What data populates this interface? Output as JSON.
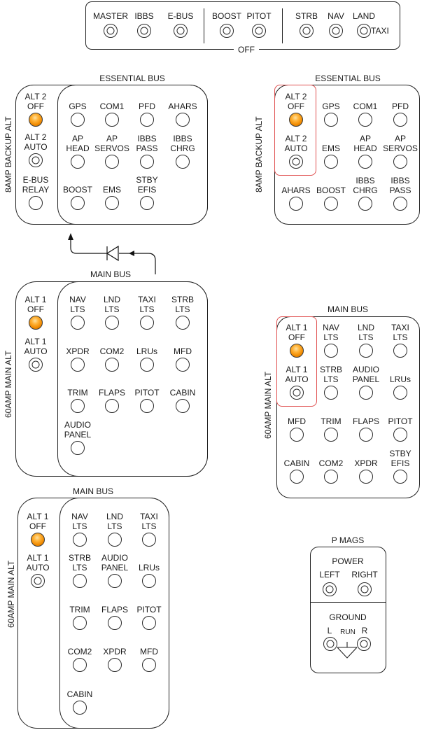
{
  "top_panel": {
    "switches": [
      {
        "label": "MASTER",
        "state": "switch"
      },
      {
        "label": "IBBS",
        "state": "switch"
      },
      {
        "label": "E-BUS",
        "state": "switch"
      },
      {
        "label": "BOOST",
        "state": "switch"
      },
      {
        "label": "PITOT",
        "state": "switch"
      },
      {
        "label": "STRB",
        "state": "switch"
      },
      {
        "label": "NAV",
        "state": "switch"
      },
      {
        "label": "LAND",
        "state": "switch"
      }
    ],
    "taxi_label": "TAXI",
    "off_label": "OFF"
  },
  "panel_a": {
    "title": "ESSENTIAL BUS",
    "side_label": "8AMP BACKUP ALT",
    "left_items": [
      {
        "label": "ALT 2\nOFF",
        "state": "on"
      },
      {
        "label": "ALT 2\nAUTO",
        "state": "switch"
      },
      {
        "label": "E-BUS\nRELAY",
        "state": "off"
      }
    ],
    "grid_items": [
      {
        "label": "GPS",
        "state": "off"
      },
      {
        "label": "COM1",
        "state": "off"
      },
      {
        "label": "PFD",
        "state": "off"
      },
      {
        "label": "AHARS",
        "state": "off"
      },
      {
        "label": "AP\nHEAD",
        "state": "off"
      },
      {
        "label": "AP\nSERVOS",
        "state": "off"
      },
      {
        "label": "IBBS\nPASS",
        "state": "off"
      },
      {
        "label": "IBBS\nCHRG",
        "state": "off"
      },
      {
        "label": "BOOST",
        "state": "off"
      },
      {
        "label": "EMS",
        "state": "off"
      },
      {
        "label": "STBY\nEFIS",
        "state": "off"
      }
    ]
  },
  "panel_b": {
    "title": "ESSENTIAL BUS",
    "side_label": "8AMP BACKUP ALT",
    "items": [
      {
        "label": "ALT 2\nOFF",
        "state": "on"
      },
      {
        "label": "GPS",
        "state": "off"
      },
      {
        "label": "COM1",
        "state": "off"
      },
      {
        "label": "PFD",
        "state": "off"
      },
      {
        "label": "ALT 2\nAUTO",
        "state": "switch"
      },
      {
        "label": "EMS",
        "state": "off"
      },
      {
        "label": "AP\nHEAD",
        "state": "off"
      },
      {
        "label": "AP\nSERVOS",
        "state": "off"
      },
      {
        "label": "AHARS",
        "state": "off"
      },
      {
        "label": "BOOST",
        "state": "off"
      },
      {
        "label": "IBBS\nCHRG",
        "state": "off"
      },
      {
        "label": "IBBS\nPASS",
        "state": "off"
      }
    ]
  },
  "panel_c": {
    "title": "MAIN BUS",
    "side_label": "60AMP MAIN ALT",
    "left_items": [
      {
        "label": "ALT 1\nOFF",
        "state": "on"
      },
      {
        "label": "ALT 1\nAUTO",
        "state": "switch"
      }
    ],
    "grid_items": [
      {
        "label": "NAV\nLTS",
        "state": "off"
      },
      {
        "label": "LND\nLTS",
        "state": "off"
      },
      {
        "label": "TAXI\nLTS",
        "state": "off"
      },
      {
        "label": "STRB\nLTS",
        "state": "off"
      },
      {
        "label": "XPDR",
        "state": "off"
      },
      {
        "label": "COM2",
        "state": "off"
      },
      {
        "label": "LRUs",
        "state": "off"
      },
      {
        "label": "MFD",
        "state": "off"
      },
      {
        "label": "TRIM",
        "state": "off"
      },
      {
        "label": "FLAPS",
        "state": "off"
      },
      {
        "label": "PITOT",
        "state": "off"
      },
      {
        "label": "CABIN",
        "state": "off"
      },
      {
        "label": "AUDIO\nPANEL",
        "state": "off"
      }
    ]
  },
  "panel_d": {
    "title": "MAIN BUS",
    "side_label": "60AMP MAIN ALT",
    "items": [
      {
        "label": "ALT 1\nOFF",
        "state": "on"
      },
      {
        "label": "NAV\nLTS",
        "state": "off"
      },
      {
        "label": "LND\nLTS",
        "state": "off"
      },
      {
        "label": "TAXI\nLTS",
        "state": "off"
      },
      {
        "label": "ALT 1\nAUTO",
        "state": "switch"
      },
      {
        "label": "STRB\nLTS",
        "state": "off"
      },
      {
        "label": "AUDIO\nPANEL",
        "state": "off"
      },
      {
        "label": "LRUs",
        "state": "off"
      },
      {
        "label": "MFD",
        "state": "off"
      },
      {
        "label": "TRIM",
        "state": "off"
      },
      {
        "label": "FLAPS",
        "state": "off"
      },
      {
        "label": "PITOT",
        "state": "off"
      },
      {
        "label": "CABIN",
        "state": "off"
      },
      {
        "label": "COM2",
        "state": "off"
      },
      {
        "label": "XPDR",
        "state": "off"
      },
      {
        "label": "STBY\nEFIS",
        "state": "off"
      }
    ]
  },
  "panel_e": {
    "title": "MAIN BUS",
    "side_label": "60AMP MAIN ALT",
    "left_items": [
      {
        "label": "ALT 1\nOFF",
        "state": "on"
      },
      {
        "label": "ALT 1\nAUTO",
        "state": "switch"
      }
    ],
    "grid_items": [
      {
        "label": "NAV\nLTS",
        "state": "off"
      },
      {
        "label": "LND\nLTS",
        "state": "off"
      },
      {
        "label": "TAXI\nLTS",
        "state": "off"
      },
      {
        "label": "STRB\nLTS",
        "state": "off"
      },
      {
        "label": "AUDIO\nPANEL",
        "state": "off"
      },
      {
        "label": "LRUs",
        "state": "off"
      },
      {
        "label": "TRIM",
        "state": "off"
      },
      {
        "label": "FLAPS",
        "state": "off"
      },
      {
        "label": "PITOT",
        "state": "off"
      },
      {
        "label": "COM2",
        "state": "off"
      },
      {
        "label": "XPDR",
        "state": "off"
      },
      {
        "label": "MFD",
        "state": "off"
      },
      {
        "label": "CABIN",
        "state": "off"
      }
    ]
  },
  "pmags": {
    "title": "P MAGS",
    "power_label": "POWER",
    "left_label": "LEFT",
    "right_label": "RIGHT",
    "ground_label": "GROUND",
    "l_label": "L",
    "run_label": "RUN",
    "r_label": "R"
  },
  "colors": {
    "led_on": "#f08a00",
    "highlight_box": "#e05050",
    "stroke": "#222222"
  }
}
